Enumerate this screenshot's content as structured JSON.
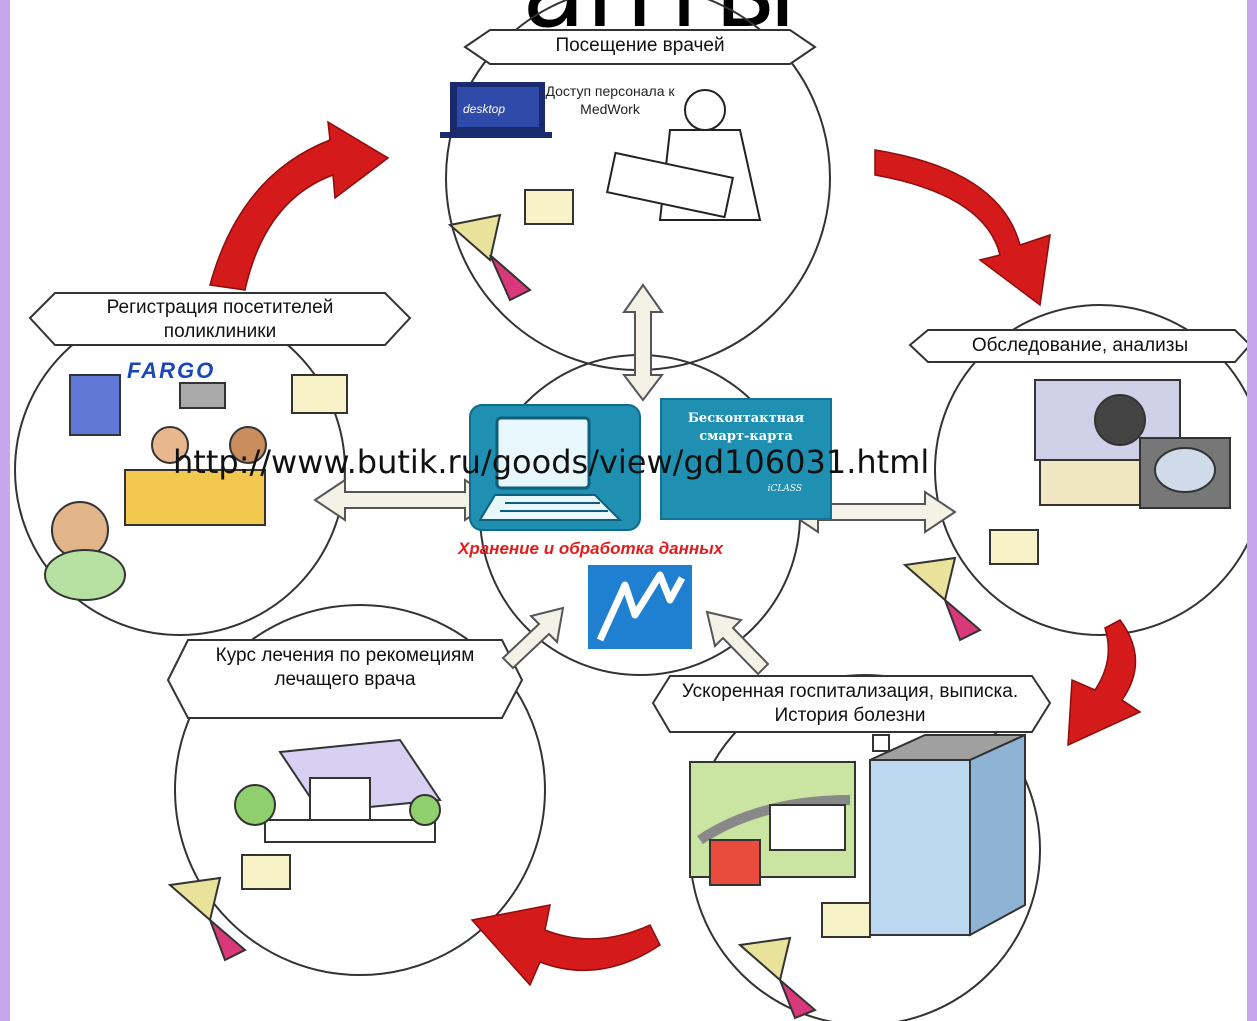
{
  "title_fragment": "анты",
  "nodes": {
    "doctor_visit": "Посещение врачей",
    "registration": "Регистрация посетителей поликлиники",
    "examination": "Обследование, анализы",
    "treatment": "Курс лечения по рекомециям лечащего врача",
    "hospitalization": "Ускоренная госпитализация, выписка. История болезни"
  },
  "center": {
    "caption": "Хранение и обработка данных",
    "smart_card": "Бесконтактная смарт-карта",
    "smart_card_brand": "iCLASS"
  },
  "staff_access": "Доступ персонала к MedWork",
  "desktop_label": "desktop",
  "fargo_label": "FARGO",
  "url": "http://www.butik.ru/goods/view/gd106031.html",
  "colors": {
    "background": "#c7a6ee",
    "red_arrow": "#d41a1a",
    "teal": "#1f90b2",
    "caption_red": "#e11d1d"
  }
}
